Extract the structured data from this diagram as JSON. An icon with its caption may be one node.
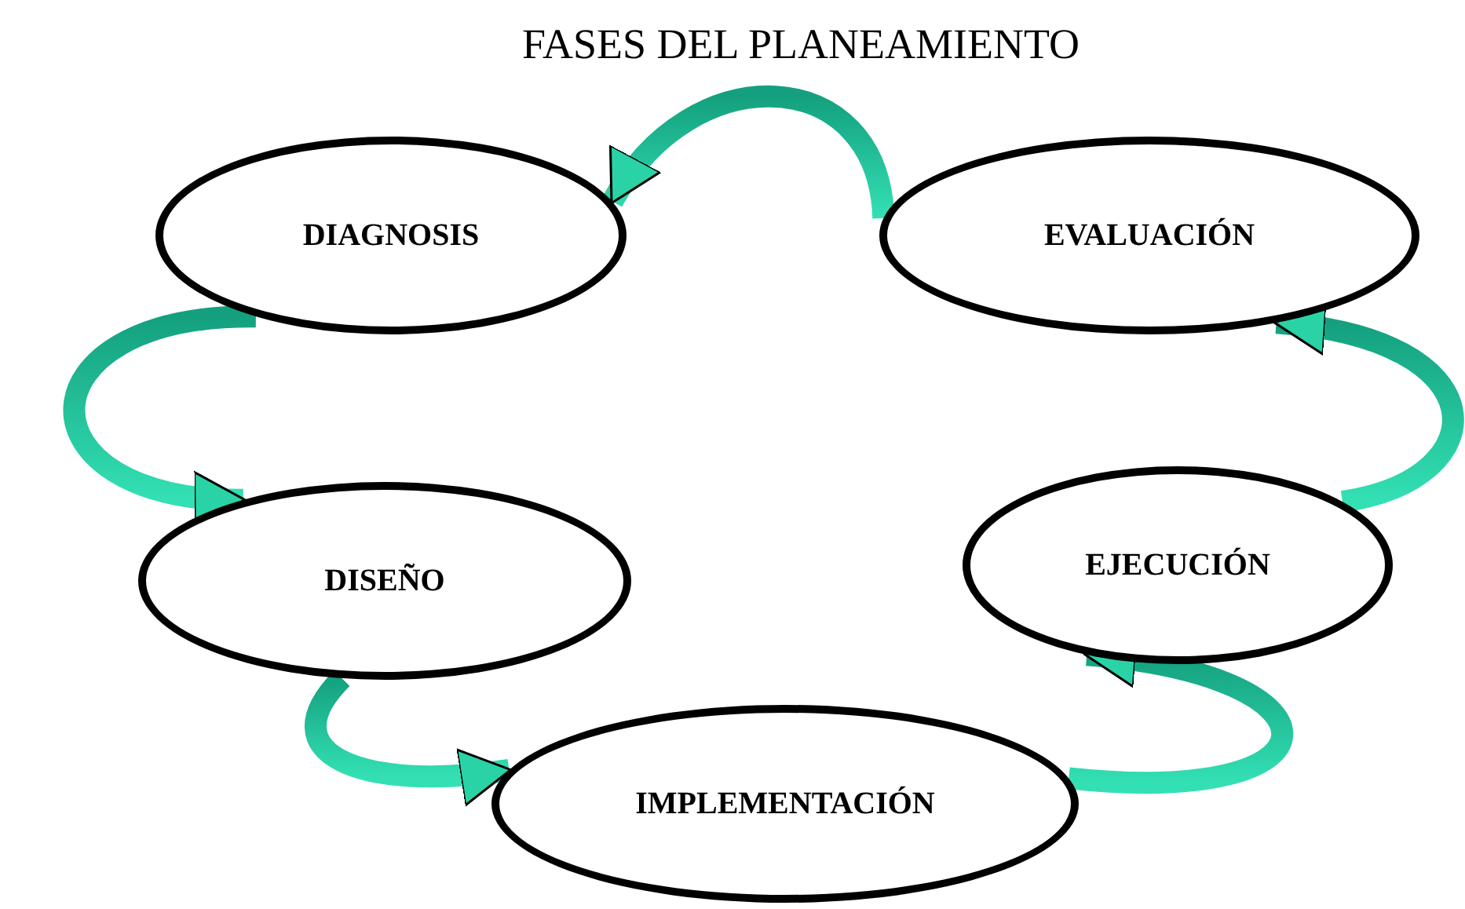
{
  "diagram": {
    "title": "FASES DEL PLANEAMIENTO",
    "nodes": [
      {
        "text": [
          "DIAGNOSIS"
        ]
      },
      {
        "text": [
          "EVALUACIÓN"
        ]
      },
      {
        "text": [
          "DISEÑO"
        ]
      },
      {
        "text": [
          "EJECUCIÓN"
        ]
      },
      {
        "text": [
          "IMPLEMENTACIÓN"
        ]
      }
    ],
    "edges": [
      {
        "from": 1,
        "to": 0,
        "arrow": "to"
      },
      {
        "from": 0,
        "to": 2,
        "arrow": "to"
      },
      {
        "from": 2,
        "to": 4,
        "arrow": "to"
      },
      {
        "from": 4,
        "to": 3,
        "arrow": "to"
      },
      {
        "from": 3,
        "to": 1,
        "arrow": "to"
      }
    ]
  }
}
